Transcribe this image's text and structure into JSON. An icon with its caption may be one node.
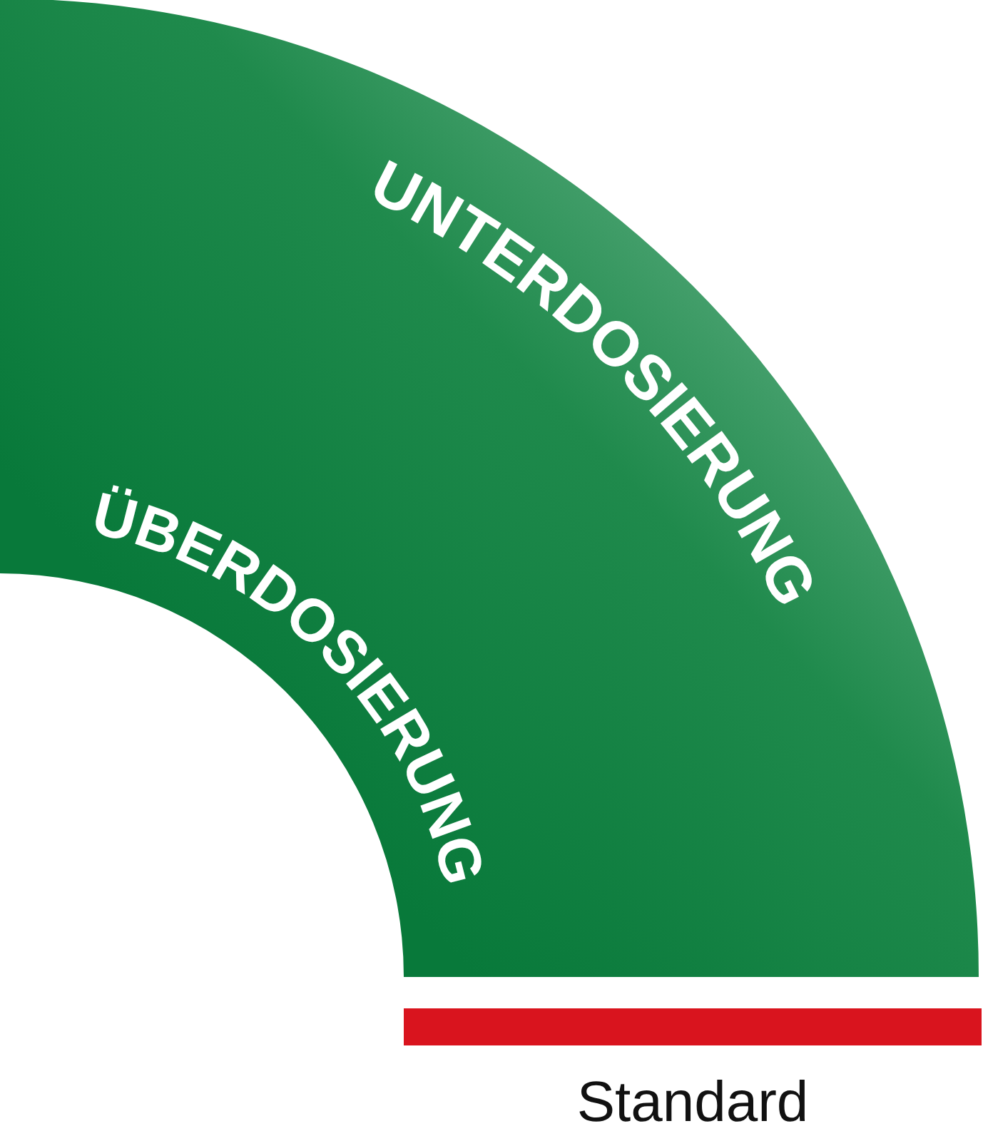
{
  "diagram": {
    "nodes": [
      {
        "text": [
          "UNTERDOSIERUNG",
          "ÜBERDOSIERUNG"
        ]
      },
      {
        "text": [
          "Standard"
        ]
      }
    ]
  }
}
